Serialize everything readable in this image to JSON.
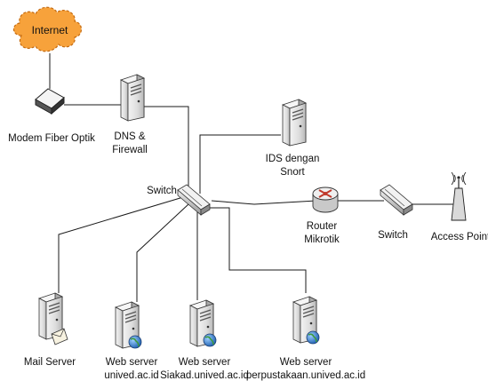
{
  "nodes": {
    "internet": {
      "label": "Internet"
    },
    "modem": {
      "label": "Modem Fiber Optik"
    },
    "dns": {
      "line1": "DNS &",
      "line2": "Firewall"
    },
    "ids": {
      "line1": "IDS dengan",
      "line2": "Snort"
    },
    "core_switch": {
      "label": "Switch"
    },
    "router": {
      "line1": "Router",
      "line2": "Mikrotik"
    },
    "switch2": {
      "label": "Switch"
    },
    "access_point": {
      "label": "Access Point"
    },
    "mail": {
      "label": "Mail Server"
    },
    "web1": {
      "line1": "Web server",
      "line2": "unived.ac.id"
    },
    "web2": {
      "line1": "Web server",
      "line2": "Siakad.unived.ac.id"
    },
    "web3": {
      "line1": "Web server",
      "line2": "perpustakaan.unived.ac.id"
    }
  },
  "colors": {
    "cloud_fill": "#F7A23B",
    "server_body": "#E6E6E6",
    "globe": "#2F7FD4",
    "router_mark": "#C0392B"
  },
  "icons": [
    "cloud-icon",
    "modem-icon",
    "server-icon",
    "switch-icon",
    "router-icon",
    "access-point-icon",
    "globe-icon",
    "mail-icon"
  ]
}
